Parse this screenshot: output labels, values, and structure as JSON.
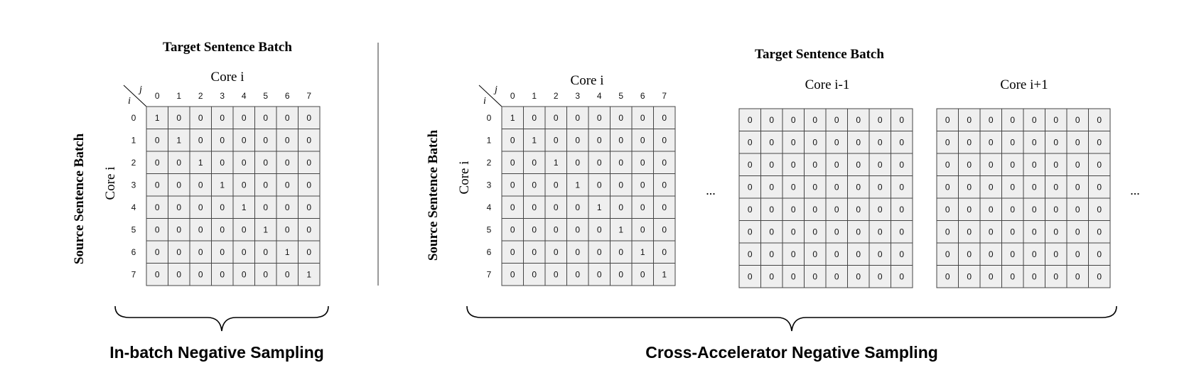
{
  "left_panel": {
    "title": "Target Sentence Batch",
    "y_title": "Source Sentence Batch",
    "core_top": "Core i",
    "core_side": "Core i",
    "row_var": "i",
    "col_var": "j",
    "col_indices": [
      "0",
      "1",
      "2",
      "3",
      "4",
      "5",
      "6",
      "7"
    ],
    "row_indices": [
      "0",
      "1",
      "2",
      "3",
      "4",
      "5",
      "6",
      "7"
    ],
    "matrix": [
      [
        1,
        0,
        0,
        0,
        0,
        0,
        0,
        0
      ],
      [
        0,
        1,
        0,
        0,
        0,
        0,
        0,
        0
      ],
      [
        0,
        0,
        1,
        0,
        0,
        0,
        0,
        0
      ],
      [
        0,
        0,
        0,
        1,
        0,
        0,
        0,
        0
      ],
      [
        0,
        0,
        0,
        0,
        1,
        0,
        0,
        0
      ],
      [
        0,
        0,
        0,
        0,
        0,
        1,
        0,
        0
      ],
      [
        0,
        0,
        0,
        0,
        0,
        0,
        1,
        0
      ],
      [
        0,
        0,
        0,
        0,
        0,
        0,
        0,
        1
      ]
    ],
    "caption": "In-batch Negative Sampling"
  },
  "right_panel": {
    "title": "Target Sentence Batch",
    "y_title": "Source Sentence Batch",
    "core_side": "Core i",
    "row_var": "i",
    "col_var": "j",
    "col_indices": [
      "0",
      "1",
      "2",
      "3",
      "4",
      "5",
      "6",
      "7"
    ],
    "row_indices": [
      "0",
      "1",
      "2",
      "3",
      "4",
      "5",
      "6",
      "7"
    ],
    "blocks": [
      {
        "label": "Core i",
        "matrix": [
          [
            1,
            0,
            0,
            0,
            0,
            0,
            0,
            0
          ],
          [
            0,
            1,
            0,
            0,
            0,
            0,
            0,
            0
          ],
          [
            0,
            0,
            1,
            0,
            0,
            0,
            0,
            0
          ],
          [
            0,
            0,
            0,
            1,
            0,
            0,
            0,
            0
          ],
          [
            0,
            0,
            0,
            0,
            1,
            0,
            0,
            0
          ],
          [
            0,
            0,
            0,
            0,
            0,
            1,
            0,
            0
          ],
          [
            0,
            0,
            0,
            0,
            0,
            0,
            1,
            0
          ],
          [
            0,
            0,
            0,
            0,
            0,
            0,
            0,
            1
          ]
        ]
      },
      {
        "label": "Core i-1",
        "matrix": [
          [
            0,
            0,
            0,
            0,
            0,
            0,
            0,
            0
          ],
          [
            0,
            0,
            0,
            0,
            0,
            0,
            0,
            0
          ],
          [
            0,
            0,
            0,
            0,
            0,
            0,
            0,
            0
          ],
          [
            0,
            0,
            0,
            0,
            0,
            0,
            0,
            0
          ],
          [
            0,
            0,
            0,
            0,
            0,
            0,
            0,
            0
          ],
          [
            0,
            0,
            0,
            0,
            0,
            0,
            0,
            0
          ],
          [
            0,
            0,
            0,
            0,
            0,
            0,
            0,
            0
          ],
          [
            0,
            0,
            0,
            0,
            0,
            0,
            0,
            0
          ]
        ]
      },
      {
        "label": "Core i+1",
        "matrix": [
          [
            0,
            0,
            0,
            0,
            0,
            0,
            0,
            0
          ],
          [
            0,
            0,
            0,
            0,
            0,
            0,
            0,
            0
          ],
          [
            0,
            0,
            0,
            0,
            0,
            0,
            0,
            0
          ],
          [
            0,
            0,
            0,
            0,
            0,
            0,
            0,
            0
          ],
          [
            0,
            0,
            0,
            0,
            0,
            0,
            0,
            0
          ],
          [
            0,
            0,
            0,
            0,
            0,
            0,
            0,
            0
          ],
          [
            0,
            0,
            0,
            0,
            0,
            0,
            0,
            0
          ],
          [
            0,
            0,
            0,
            0,
            0,
            0,
            0,
            0
          ]
        ]
      }
    ],
    "ellipsis": "...",
    "caption": "Cross-Accelerator Negative Sampling"
  }
}
